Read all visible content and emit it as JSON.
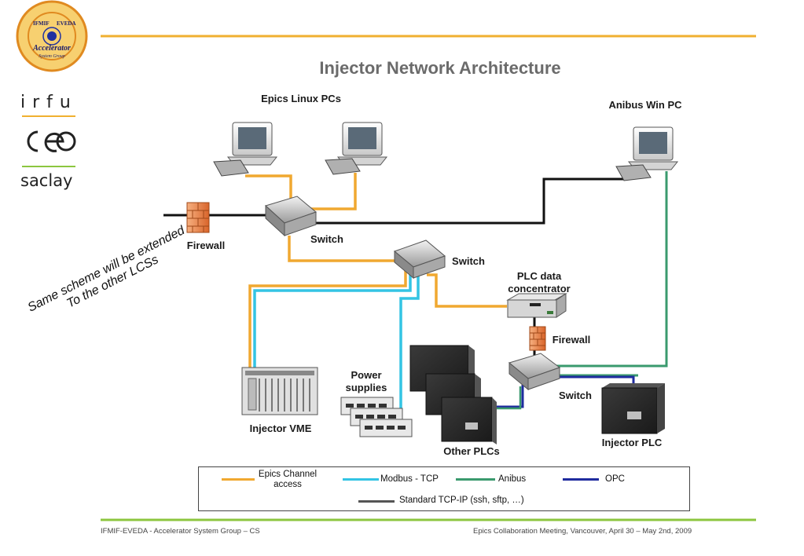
{
  "title": "Injector Network Architecture",
  "logo": {
    "ring_text_left": "IFMIF",
    "ring_text_right": "EVEDA",
    "main_text": "Accelerator",
    "sub_text": "System Group"
  },
  "org_logos": {
    "irfu": "irfu",
    "cea": "cea",
    "saclay": "saclay"
  },
  "nodes": {
    "epics_pcs": "Epics Linux PCs",
    "anibus_pc": "Anibus Win PC",
    "firewall_left": "Firewall",
    "switch_top": "Switch",
    "switch_mid": "Switch",
    "plc_concentrator": "PLC data concentrator",
    "firewall_right": "Firewall",
    "switch_bottom": "Switch",
    "power_supplies": "Power supplies",
    "injector_vme": "Injector VME",
    "other_plcs": "Other PLCs",
    "injector_plc": "Injector PLC"
  },
  "note_line1": "Same scheme will be extended",
  "note_line2": "To the other LCSs",
  "legend": {
    "epics_ca": "Epics Channel access",
    "modbus": "Modbus - TCP",
    "anibus": "Anibus",
    "opc": "OPC",
    "tcpip": "Standard TCP-IP (ssh, sftp, …)"
  },
  "colors": {
    "epics_ca": "#f0a830",
    "modbus": "#33c4e4",
    "anibus": "#3a9a6e",
    "opc": "#1f2b9e",
    "tcpip": "#111111",
    "accent_orange": "#f0b030",
    "accent_green": "#8cc63f",
    "title_gray": "#6b6b6b"
  },
  "footer": {
    "left": "IFMIF-EVEDA - Accelerator System Group – CS",
    "right": "Epics Collaboration Meeting, Vancouver, April 30 – May 2nd, 2009"
  }
}
